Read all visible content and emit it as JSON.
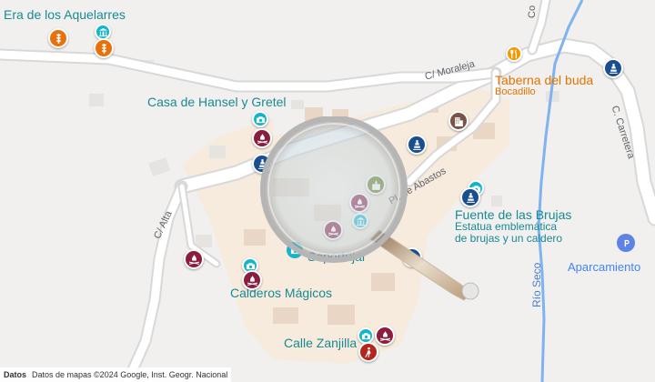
{
  "places": {
    "aquelarres": "Era de los Aquelarres",
    "hansel": "Casa de Hansel y Gretel",
    "taberna": "Taberna del buda",
    "taberna_sub": "Bocadillo",
    "fuente": "Fuente de las Brujas",
    "fuente_sub1": "Estatua emblemática",
    "fuente_sub2": "de brujas y un caldero",
    "soportujar": "Soportújar",
    "calderos": "Calderos Mágicos",
    "zanjilla": "Calle Zanjilla",
    "aparcamiento": "Aparcamiento"
  },
  "roads": {
    "moraleja": "C/ Moraleja",
    "alta": "C/ Alta",
    "abastos": "Pl. de Abastos",
    "carretera": "C. Carretera",
    "co": "Co",
    "rio_seco": "Río Seco"
  },
  "attribution": {
    "datos": "Datos",
    "text": "Datos de mapas ©2024 Google, Inst. Geogr. Nacional"
  },
  "colors": {
    "place_teal": "#188a94",
    "food_orange": "#e37400",
    "river_blue": "#7fb2f0",
    "pin_maroon": "#8b1d3f",
    "pin_navy": "#1a4f8f",
    "pin_orange": "#e8710a"
  },
  "icons": [
    "wheat-icon",
    "museum-icon",
    "fork-knife-icon",
    "camera-icon",
    "campfire-icon",
    "monument-icon",
    "building-icon",
    "church-icon",
    "hiker-icon",
    "parking-icon",
    "magnifier-icon"
  ]
}
